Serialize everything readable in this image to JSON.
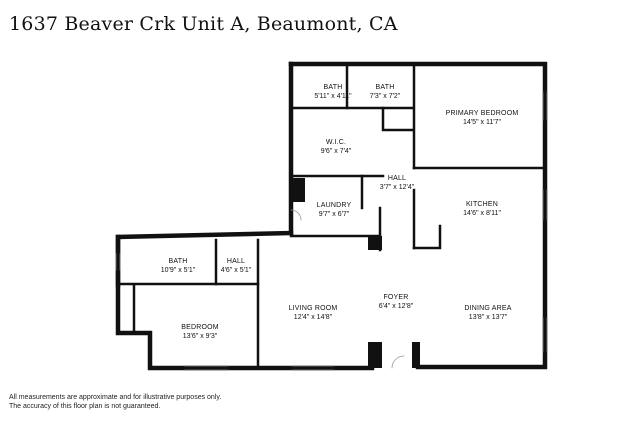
{
  "title": "1637 Beaver Crk Unit A, Beaumont, CA",
  "rooms": [
    {
      "id": "bath1",
      "name": "BATH",
      "dims": "5'11\" x 4'11\""
    },
    {
      "id": "bath2",
      "name": "BATH",
      "dims": "7'3\" x 7'2\""
    },
    {
      "id": "primary",
      "name": "PRIMARY BEDROOM",
      "dims": "14'5\" x 11'7\""
    },
    {
      "id": "wic",
      "name": "W.I.C.",
      "dims": "9'6\" x 7'4\""
    },
    {
      "id": "hall1",
      "name": "HALL",
      "dims": "3'7\" x 12'4\""
    },
    {
      "id": "laundry",
      "name": "LAUNDRY",
      "dims": "9'7\" x 6'7\""
    },
    {
      "id": "kitchen",
      "name": "KITCHEN",
      "dims": "14'6\" x 8'11\""
    },
    {
      "id": "bath3",
      "name": "BATH",
      "dims": "10'9\" x 5'1\""
    },
    {
      "id": "hall2",
      "name": "HALL",
      "dims": "4'6\" x 5'1\""
    },
    {
      "id": "living",
      "name": "LIVING ROOM",
      "dims": "12'4\" x 14'8\""
    },
    {
      "id": "foyer",
      "name": "FOYER",
      "dims": "6'4\" x 12'8\""
    },
    {
      "id": "dining",
      "name": "DINING AREA",
      "dims": "13'8\" x 13'7\""
    },
    {
      "id": "bedroom",
      "name": "BEDROOM",
      "dims": "13'6\" x 9'3\""
    }
  ],
  "disclaimer": {
    "line1": "All measurements are approximate and for illustrative purposes only.",
    "line2": "The accuracy of this floor plan is not guaranteed."
  }
}
